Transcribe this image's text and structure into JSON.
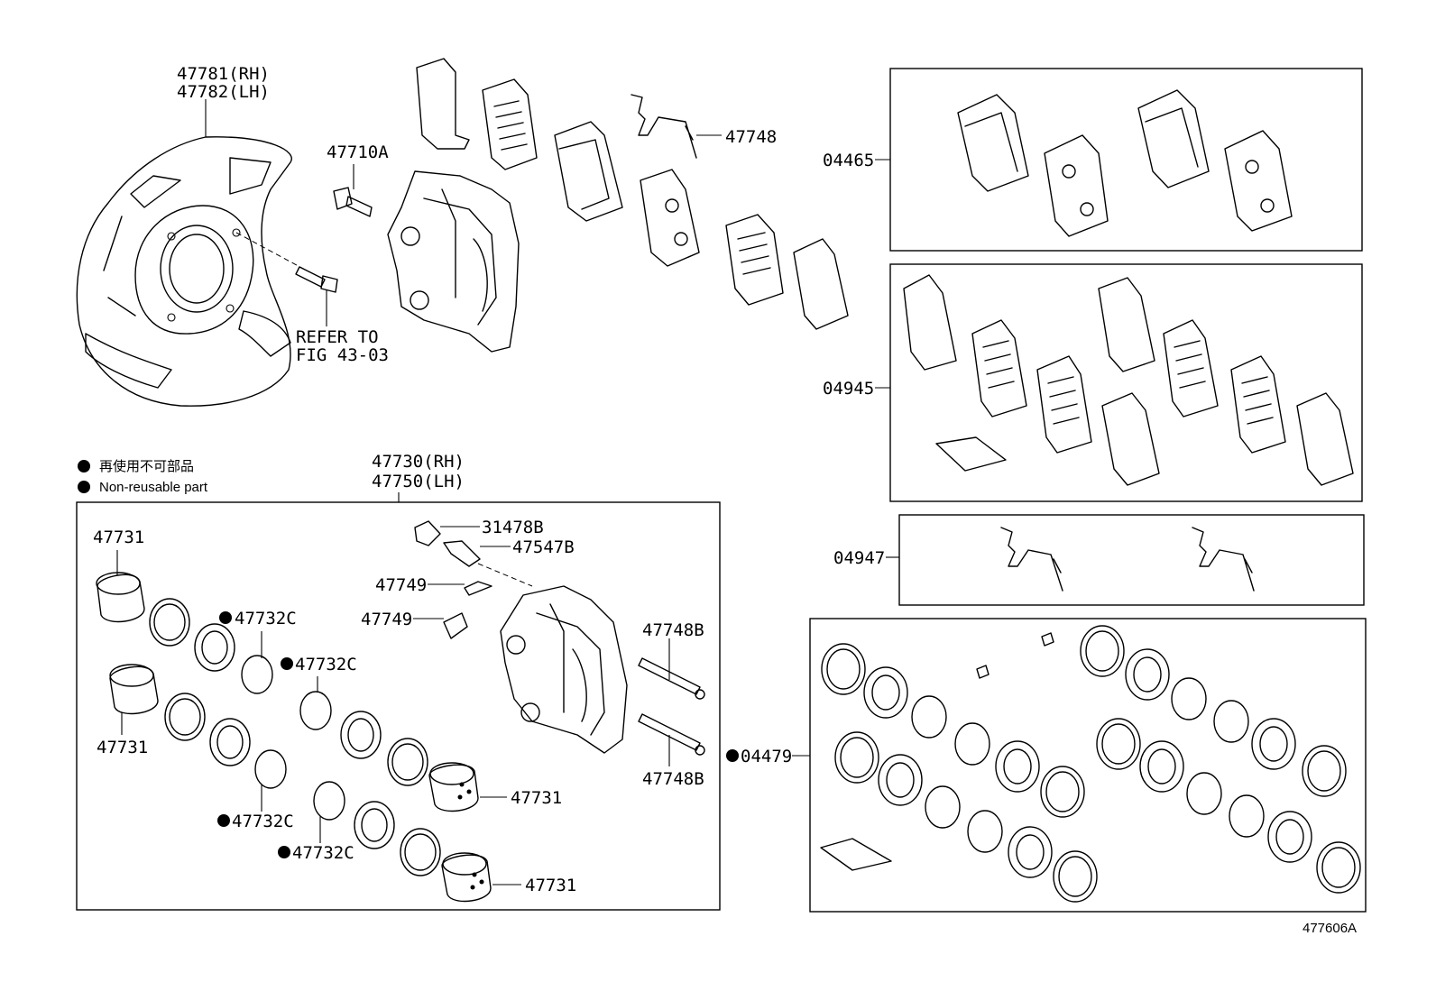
{
  "diagram_id": "477606A",
  "legend": {
    "non_reusable_jp": "再使用不可部品",
    "non_reusable_en": "Non-reusable part"
  },
  "labels": {
    "shield_rh": "47781(RH)",
    "shield_lh": "47782(LH)",
    "bolt": "47710A",
    "spring_top": "47748",
    "refer_1": "REFER TO",
    "refer_2": "FIG 43-03",
    "caliper_rh": "47730(RH)",
    "caliper_lh": "47750(LH)",
    "bleeder_cap": "31478B",
    "bleeder_plug": "47547B",
    "clip_a": "47749",
    "clip_b": "47749",
    "pin_a": "47748B",
    "pin_b": "47748B",
    "piston_tl": "47731",
    "piston_ml": "47731",
    "piston_r1": "47731",
    "piston_r2": "47731",
    "seal_1": "47732C",
    "seal_2": "47732C",
    "seal_3": "47732C",
    "seal_4": "47732C",
    "kit_pads": "04465",
    "kit_shims": "04945",
    "kit_springs": "04947",
    "kit_seals": "04479"
  },
  "colors": {
    "ink": "#000000",
    "paper": "#ffffff"
  }
}
